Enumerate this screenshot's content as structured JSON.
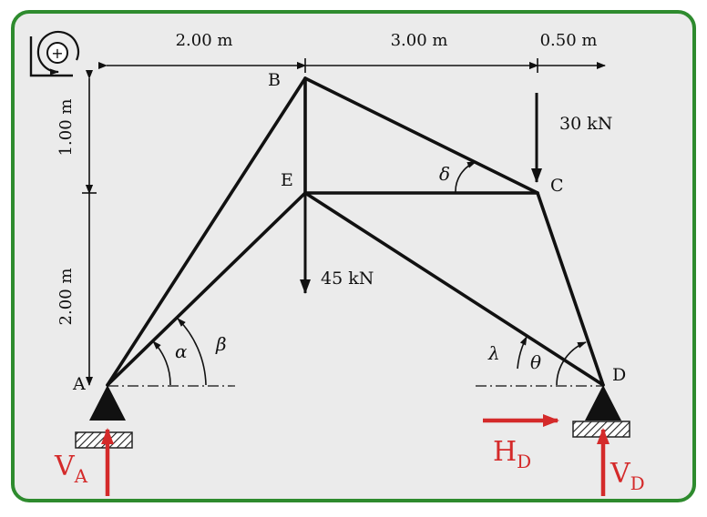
{
  "colors": {
    "frame_border": "#2e8b2e",
    "background": "#ebebeb",
    "member": "#111111",
    "reaction": "#d42a2a"
  },
  "sign_convention": {
    "icon": "counterclockwise-positive-moment-icon",
    "symbol": "+"
  },
  "dimensions": {
    "horizontal": [
      "2.00 m",
      "3.00 m",
      "0.50 m"
    ],
    "vertical": [
      "1.00 m",
      "2.00 m"
    ]
  },
  "nodes": {
    "A": "A",
    "B": "B",
    "C": "C",
    "D": "D",
    "E": "E"
  },
  "loads": {
    "at_C": "30 kN",
    "at_E": "45 kN"
  },
  "angles": {
    "alpha": "α",
    "beta": "β",
    "delta": "δ",
    "lambda": "λ",
    "theta": "θ"
  },
  "reactions": {
    "VA": {
      "main": "V",
      "sub": "A"
    },
    "HD": {
      "main": "H",
      "sub": "D"
    },
    "VD": {
      "main": "V",
      "sub": "D"
    }
  }
}
